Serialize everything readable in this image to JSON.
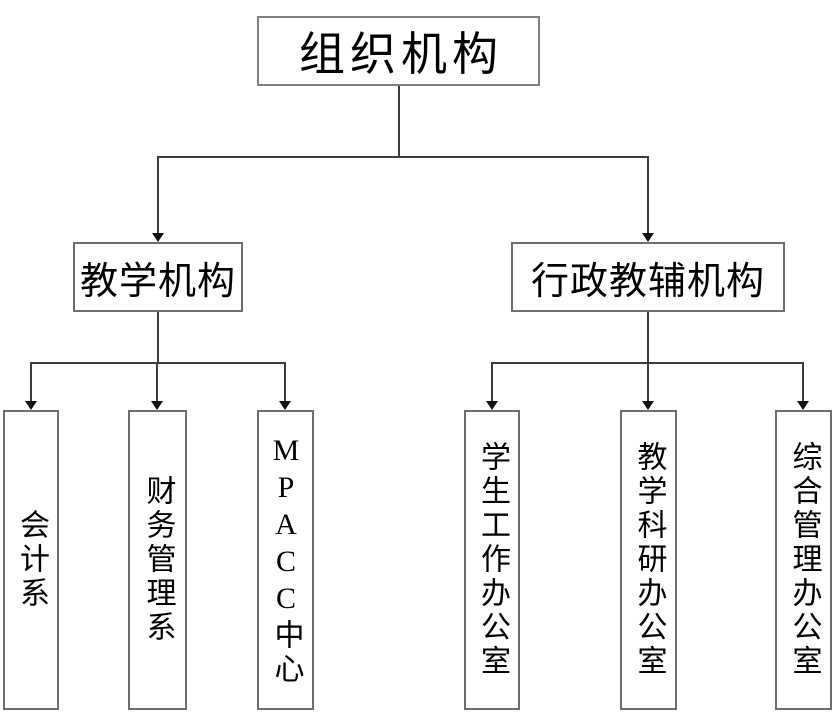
{
  "org": {
    "title": "组织机构",
    "root": {
      "label": "组织机构"
    },
    "branches": [
      {
        "label": "教学机构",
        "children": [
          {
            "label": "会计系"
          },
          {
            "label": "财务管理系"
          },
          {
            "label": "MPACC中心"
          }
        ]
      },
      {
        "label": "行政教辅机构",
        "children": [
          {
            "label": "学生工作办公室"
          },
          {
            "label": "教学科研办公室"
          },
          {
            "label": "综合管理办公室"
          }
        ]
      }
    ],
    "colors": {
      "background": "#ffffff",
      "box_border": "#6e6e6e",
      "root_box_border": "#7f7f7f",
      "connector_line": "#3c3c3c",
      "arrowhead": "#111111",
      "text": "#000000"
    }
  }
}
